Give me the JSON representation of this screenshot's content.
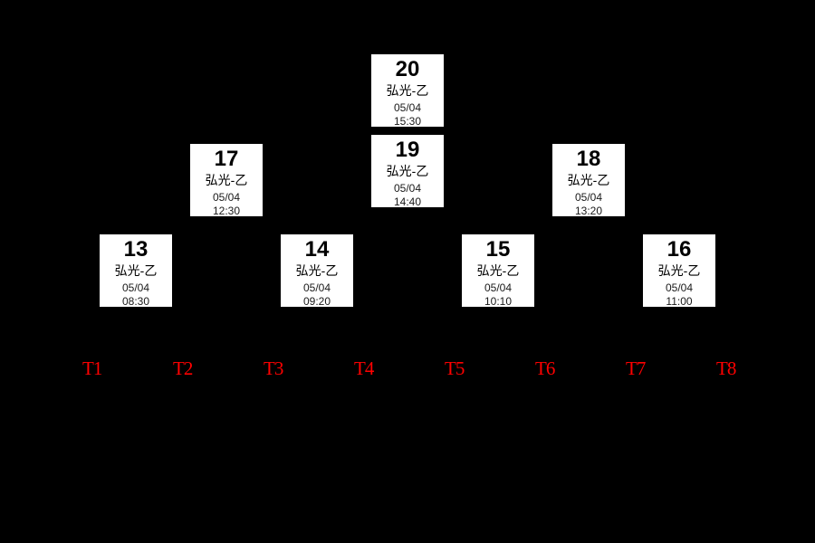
{
  "colors": {
    "background": "#000000",
    "card_background": "#ffffff",
    "card_text": "#000000",
    "court_label_red": "#ff0000"
  },
  "matches": [
    {
      "number": "13",
      "team": "弘光-乙",
      "date": "05/04",
      "time": "08:30"
    },
    {
      "number": "14",
      "team": "弘光-乙",
      "date": "05/04",
      "time": "09:20"
    },
    {
      "number": "15",
      "team": "弘光-乙",
      "date": "05/04",
      "time": "10:10"
    },
    {
      "number": "16",
      "team": "弘光-乙",
      "date": "05/04",
      "time": "11:00"
    },
    {
      "number": "17",
      "team": "弘光-乙",
      "date": "05/04",
      "time": "12:30"
    },
    {
      "number": "18",
      "team": "弘光-乙",
      "date": "05/04",
      "time": "13:20"
    },
    {
      "number": "19",
      "team": "弘光-乙",
      "date": "05/04",
      "time": "14:40"
    },
    {
      "number": "20",
      "team": "弘光-乙",
      "date": "05/04",
      "time": "15:30"
    }
  ],
  "court_labels": [
    "T1",
    "T2",
    "T3",
    "T4",
    "T5",
    "T6",
    "T7",
    "T8"
  ]
}
